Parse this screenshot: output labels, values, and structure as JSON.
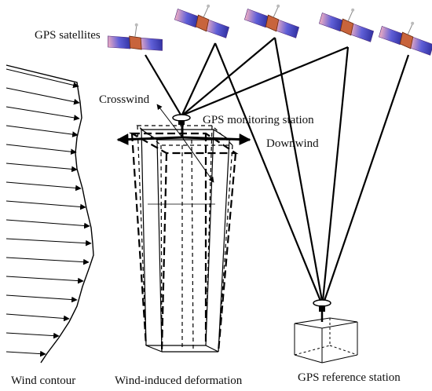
{
  "labels": {
    "gps_satellites": "GPS satellites",
    "crosswind": "Crosswind",
    "gps_monitoring_station": "GPS monitoring station",
    "downwind": "Downwind",
    "wind_contour": "Wind contour",
    "wind_induced_deformation": "Wind-induced deformation",
    "gps_reference_station": "GPS reference station"
  },
  "colors": {
    "line": "#000000",
    "satellite_panel": "#5a5ad0",
    "satellite_panel_light": "#f0a0b0",
    "satellite_body": "#c8643c"
  },
  "icons": [
    "satellite-icon",
    "gps-antenna-icon"
  ]
}
